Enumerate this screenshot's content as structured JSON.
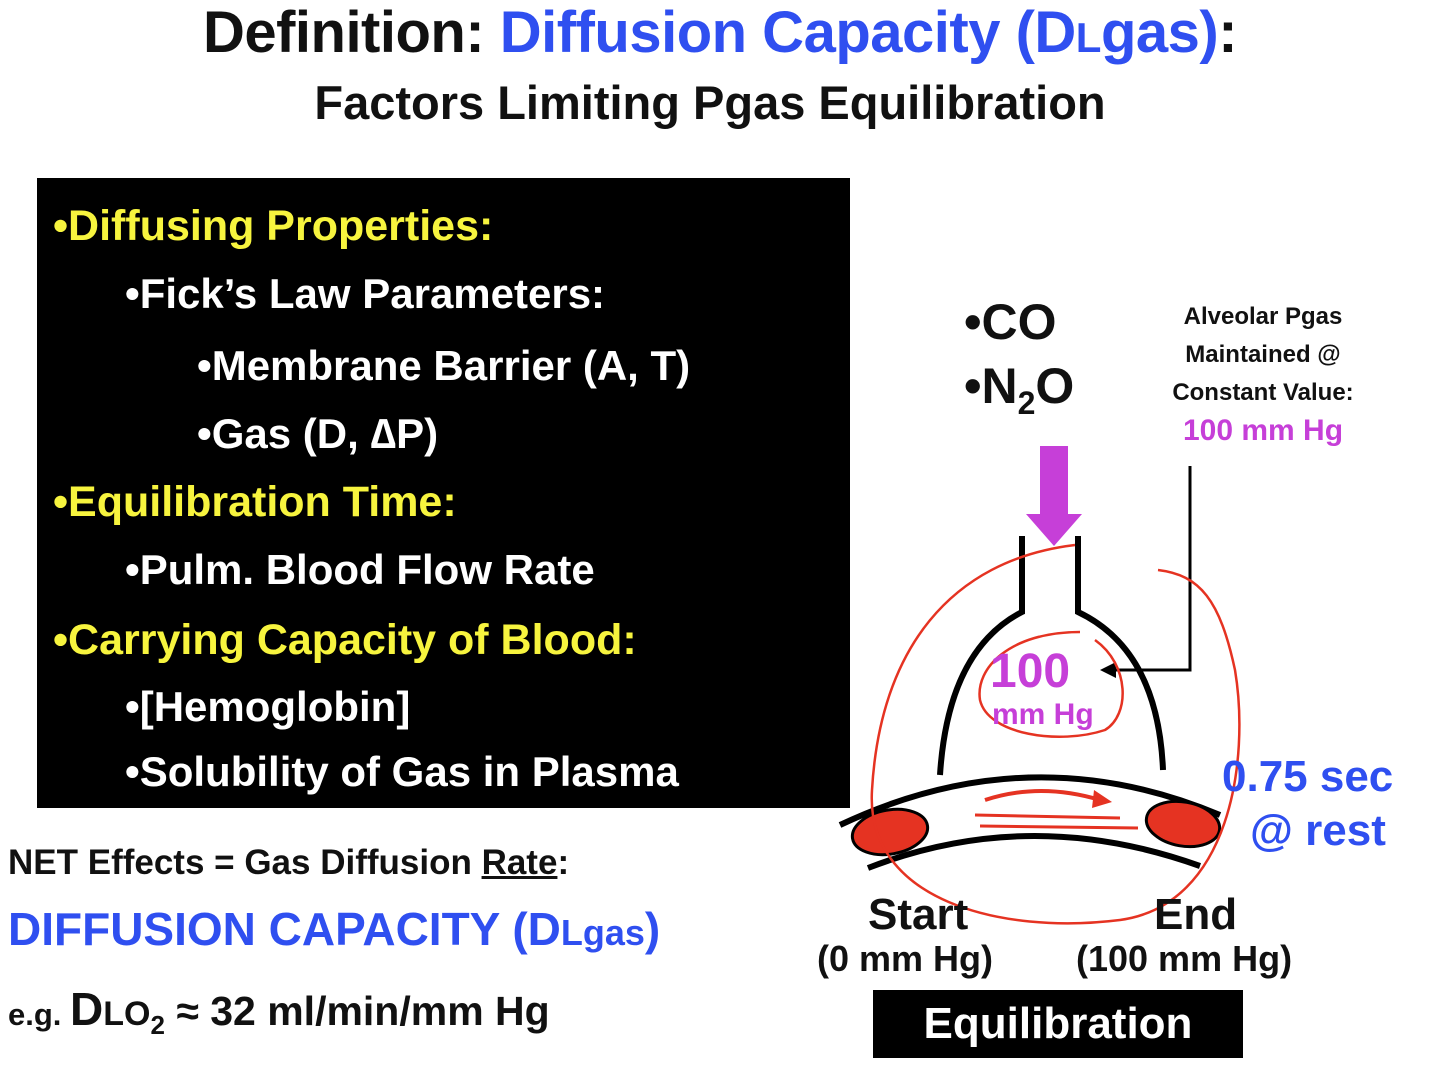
{
  "title": {
    "prefix": "Definition: ",
    "highlight_pre": "Diffusion Capacity (D",
    "highlight_sub": "L",
    "highlight_gas": "gas",
    "highlight_close": ")",
    "suffix": ":"
  },
  "subtitle": "Factors Limiting Pgas Equilibration",
  "factors": {
    "diffusing": "•Diffusing Properties:",
    "ficks": "•Fick’s Law Parameters:",
    "membrane": "•Membrane Barrier (A, T)",
    "gas": "•Gas (D, ∆P)",
    "equil_time": "•Equilibration Time:",
    "blood_flow": "•Pulm. Blood Flow Rate",
    "carrying": "•Carrying Capacity of Blood:",
    "hemoglobin": "•[Hemoglobin]",
    "solubility": "•Solubility of Gas in Plasma"
  },
  "net": {
    "pre": "NET Effects = Gas Diffusion ",
    "rate": "Rate",
    "post": ":"
  },
  "dcap": {
    "main": "DIFFUSION CAPACITY (D",
    "sub_l": "L",
    "gas": "gas",
    "close": ")"
  },
  "dlo2": {
    "eg": "e.g. ",
    "d": "D",
    "lo": "LO",
    "two": "2",
    "rest": " ≈ 32 ml/min/mm Hg"
  },
  "diagram": {
    "gas1": "•CO",
    "gas2_pre": "•N",
    "gas2_sub": "2",
    "gas2_post": "O",
    "alveolar_l1": "Alveolar Pgas",
    "alveolar_l2": "Maintained @",
    "alveolar_l3": "Constant Value:",
    "alveolar_value": "100 mm Hg",
    "alv_100": "100",
    "alv_mmhg": "mm Hg",
    "time": "0.75 sec",
    "rest": "@ rest",
    "start": "Start",
    "start_sub": "(0 mm Hg)",
    "end": "End",
    "end_sub": "(100 mm Hg)",
    "equilibration": "Equilibration"
  },
  "colors": {
    "blue": "#2f4ff0",
    "yellow": "#f7f43e",
    "magenta": "#c63fd8",
    "red": "#e53322",
    "black": "#000000"
  }
}
